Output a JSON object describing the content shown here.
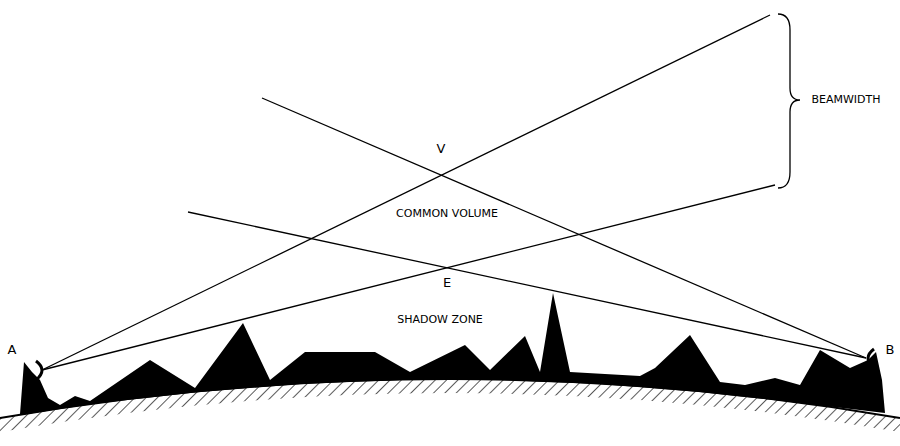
{
  "diagram": {
    "labels": [
      "BEAMWIDTH",
      "V",
      "COMMON VOLUME",
      "E",
      "SHADOW ZONE",
      "A",
      "B"
    ]
  }
}
